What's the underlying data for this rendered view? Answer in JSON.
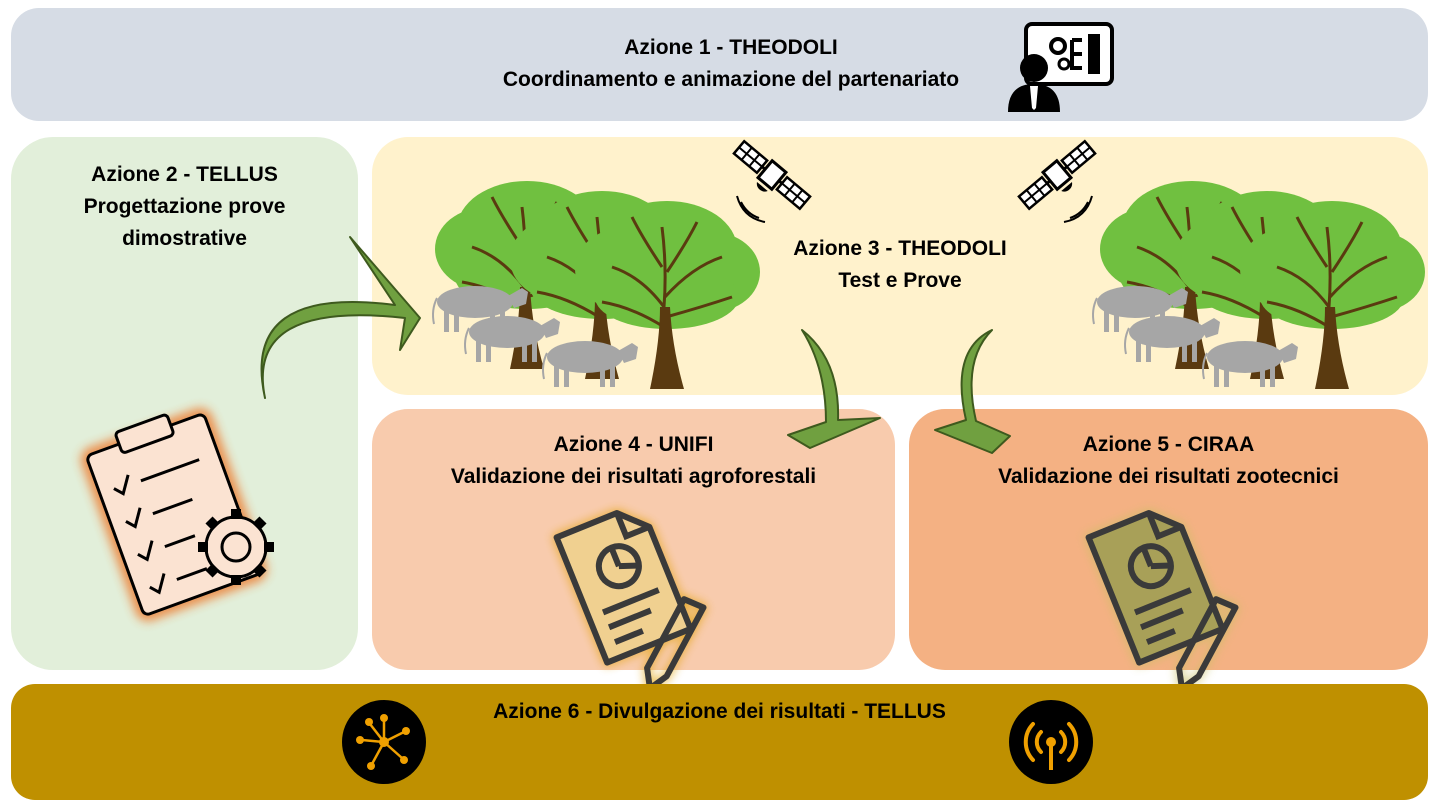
{
  "colors": {
    "action1_bg": "#d6dce5",
    "action2_bg": "#e2efda",
    "action3_bg": "#fff2cc",
    "action4_bg": "#f8cbad",
    "action5_bg": "#f4b183",
    "action6_bg": "#bf9000",
    "tree_leaf": "#70c040",
    "tree_trunk": "#5a3a10",
    "cow": "#a6a6a6",
    "arrow": "#4f6a2a",
    "icon_orange": "#ed7d31"
  },
  "action1": {
    "line1": "Azione 1 - THEODOLI",
    "line2": "Coordinamento e animazione del partenariato",
    "icon": "manager-dashboard-icon"
  },
  "action2": {
    "line1": "Azione 2 - TELLUS",
    "line2": "Progettazione prove",
    "line3": "dimostrative",
    "icon": "clipboard-gear-icon"
  },
  "action3": {
    "line1": "Azione 3 - THEODOLI",
    "line2": "Test e Prove",
    "icons": [
      "tree-icon",
      "cow-icon",
      "satellite-icon"
    ]
  },
  "action4": {
    "line1": "Azione 4 - UNIFI",
    "line2": "Validazione dei risultati agroforestali",
    "icon": "report-chart-icon"
  },
  "action5": {
    "line1": "Azione 5 - CIRAA",
    "line2": "Validazione dei risultati zootecnici",
    "icon": "report-chart-icon"
  },
  "action6": {
    "line1": "Azione 6  - Divulgazione dei risultati - TELLUS",
    "icons": [
      "network-icon",
      "broadcast-icon"
    ]
  }
}
